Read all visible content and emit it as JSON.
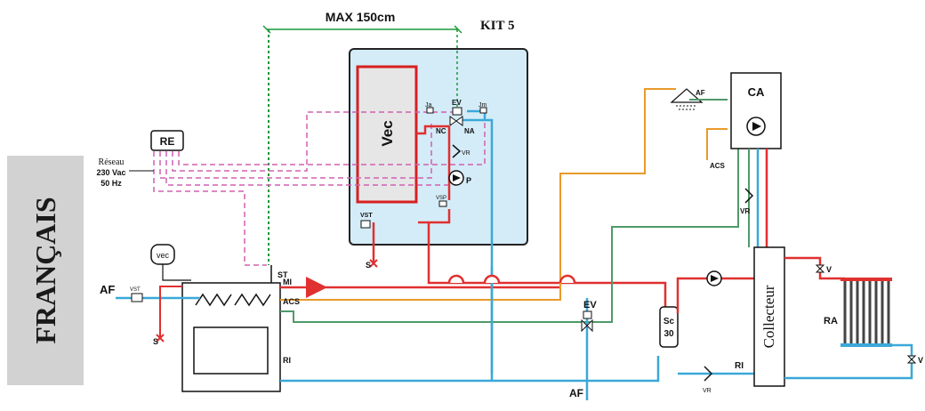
{
  "header": {
    "max_distance": "MAX 150cm",
    "kit_name": "KIT 5"
  },
  "language_label": "FRANÇAIS",
  "power": {
    "regulator": "RE",
    "supply_line1": "Réseau",
    "supply_line2": "230 Vac",
    "supply_line3": "50 Hz"
  },
  "kit": {
    "tank": "Vec",
    "valve": "EV",
    "ja": "Ja",
    "jm": "Jm",
    "nc": "NC",
    "na": "NA",
    "vr": "VR",
    "pump": "P",
    "vsp": "VSP",
    "vst": "VST",
    "drain": "S"
  },
  "boiler": {
    "vessel": "vec",
    "vst": "VST",
    "af": "AF",
    "drain": "S",
    "st": "ST",
    "mi": "MI",
    "acs": "ACS",
    "ri": "RI"
  },
  "network": {
    "ev": "EV",
    "af_bottom": "AF",
    "sc_line1": "Sc",
    "sc_line2": "30",
    "ri": "RI",
    "vr_bottom": "VR",
    "vr_mid": "VR",
    "acs_label": "ACS"
  },
  "accumulator": {
    "label": "CA",
    "af": "AF"
  },
  "collector": "Collecteur",
  "radiator": {
    "label": "RA",
    "v_top": "V",
    "v_bottom": "V"
  },
  "colors": {
    "hot": "#e03030",
    "cold": "#3aa8d8",
    "acs": "#e89a2a",
    "green": "#4f9a6a",
    "magenta": "#d060b0",
    "dim": "#1a9a3a",
    "kit_bg": "#d4ecf8",
    "lang_bg": "#d2d2d2"
  }
}
